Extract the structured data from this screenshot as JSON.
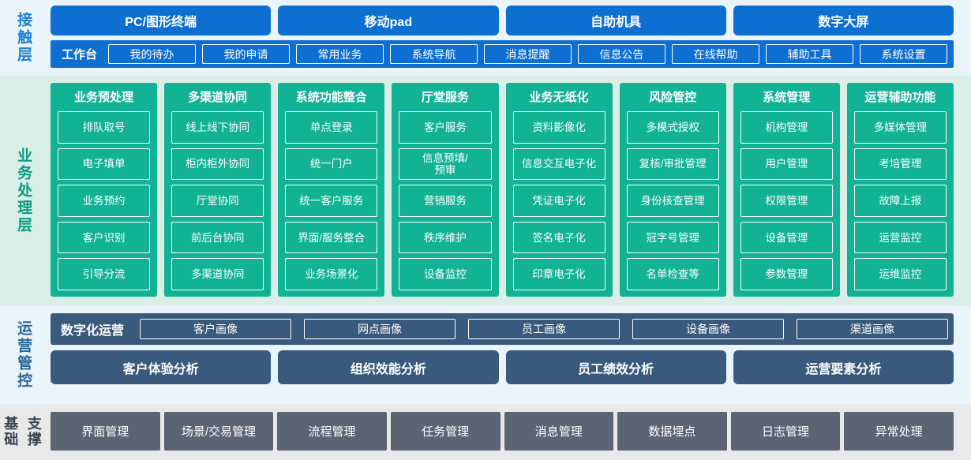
{
  "layers": {
    "contact": {
      "label": "接触层",
      "channels": [
        "PC/图形终端",
        "移动pad",
        "自助机具",
        "数字大屏"
      ],
      "workbench_title": "工作台",
      "workbench_items": [
        "我的待办",
        "我的申请",
        "常用业务",
        "系统导航",
        "消息提醒",
        "信息公告",
        "在线帮助",
        "辅助工具",
        "系统设置"
      ]
    },
    "business": {
      "label": "业务处理层",
      "columns": [
        {
          "head": "业务预处理",
          "items": [
            "排队取号",
            "电子填单",
            "业务预约",
            "客户识别",
            "引导分流"
          ]
        },
        {
          "head": "多渠道协同",
          "items": [
            "线上线下协同",
            "柜内柜外协同",
            "厅堂协同",
            "前后台协同",
            "多渠道协同"
          ]
        },
        {
          "head": "系统功能整合",
          "items": [
            "单点登录",
            "统一门户",
            "统一客户服务",
            "界面/服务整合",
            "业务场景化"
          ]
        },
        {
          "head": "厅堂服务",
          "items": [
            "客户服务",
            "信息预填/\n预审",
            "营销服务",
            "秩序维护",
            "设备监控"
          ]
        },
        {
          "head": "业务无纸化",
          "items": [
            "资料影像化",
            "信息交互电子化",
            "凭证电子化",
            "签名电子化",
            "印章电子化"
          ]
        },
        {
          "head": "风险管控",
          "items": [
            "多模式授权",
            "复核/审批管理",
            "身份核查管理",
            "冠字号管理",
            "名单检查等"
          ]
        },
        {
          "head": "系统管理",
          "items": [
            "机构管理",
            "用户管理",
            "权限管理",
            "设备管理",
            "参数管理"
          ]
        },
        {
          "head": "运营辅助功能",
          "items": [
            "多媒体管理",
            "考培管理",
            "故障上报",
            "运营监控",
            "运维监控"
          ]
        }
      ]
    },
    "operations": {
      "label": "运营管控",
      "digital_title": "数字化运营",
      "portraits": [
        "客户画像",
        "网点画像",
        "员工画像",
        "设备画像",
        "渠道画像"
      ],
      "analyses": [
        "客户体验分析",
        "组织效能分析",
        "员工绩效分析",
        "运营要素分析"
      ]
    },
    "foundation": {
      "label_top": "基础",
      "label_bottom": "支撑",
      "items": [
        "界面管理",
        "场景/交易管理",
        "流程管理",
        "任务管理",
        "消息管理",
        "数据埋点",
        "日志管理",
        "异常处理"
      ]
    }
  },
  "colors": {
    "blue": "#0d6fd1",
    "blue_bg": "#eaf4fb",
    "teal": "#12b294",
    "teal_bg": "#daeee8",
    "dark_blue": "#3a5a7d",
    "gray": "#5a6472",
    "gray_bg": "#e9e9ea"
  }
}
